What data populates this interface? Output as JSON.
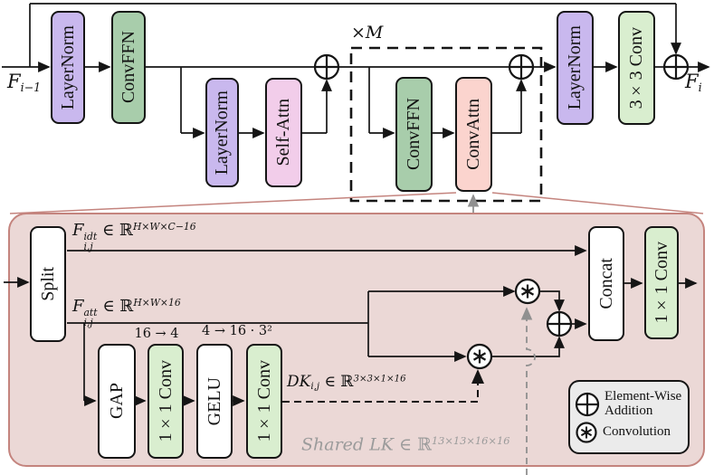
{
  "colors": {
    "purple_block": "#c9b8ee",
    "green_block": "#a8cdab",
    "pink_block": "#f2cdea",
    "salmon_block": "#fbd4ce",
    "light_green_block": "#d9eecf",
    "panel_bg": "#ebd8d6",
    "panel_border": "#c4847e",
    "legend_bg": "#ebebeb",
    "gray_wire": "#909090",
    "wire": "#151515"
  },
  "top": {
    "input": {
      "base": "F",
      "sub": "i−1"
    },
    "output": {
      "base": "F",
      "sub": "i"
    },
    "repeat": "×M",
    "layernorm1": "LayerNorm",
    "convffn1": "ConvFFN",
    "layernorm2": "LayerNorm",
    "selfattn": "Self-Attn",
    "convffn2": "ConvFFN",
    "convattn": "ConvAttn",
    "layernorm3": "LayerNorm",
    "conv33": "3×3 Conv"
  },
  "panel": {
    "split": "Split",
    "idt": {
      "base": "F",
      "sup": "idt",
      "sub": "i,j",
      "mid": " ∈ ℝ",
      "exp": "H×W×C−16"
    },
    "att": {
      "base": "F",
      "sup": "att",
      "sub": "i,j",
      "mid": " ∈ ℝ",
      "exp": "H×W×16"
    },
    "gap": "GAP",
    "conv1x1_a": "1×1 Conv",
    "gelu": "GELU",
    "conv1x1_b": "1×1 Conv",
    "ch_reduce": "16 → 4",
    "ch_expand": "4 → 16 · 3²",
    "dk": {
      "base": "DK",
      "sub": "i,j",
      "mid": " ∈ ℝ",
      "exp": "3×3×1×16"
    },
    "shared_lk": {
      "base": "Shared LK",
      "mid": " ∈ ℝ",
      "exp": "13×13×16×16"
    },
    "concat": "Concat",
    "conv1x1_c": "1×1 Conv",
    "legend": {
      "add_line1": "Element-Wise",
      "add_line2": "Addition",
      "conv": "Convolution"
    }
  }
}
